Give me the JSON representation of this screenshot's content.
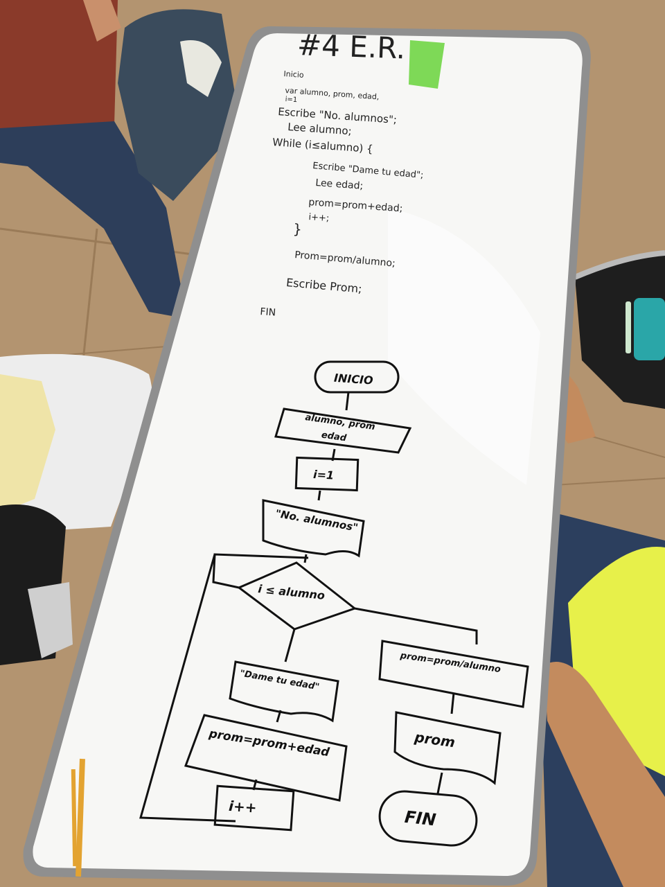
{
  "board": {
    "header": "#4 E.R.",
    "pseudocode": [
      "Inicio",
      "var alumno, prom, edad,",
      "i=1",
      "Escribe \"No. alumnos\";",
      "Lee alumno;",
      "While (i≤alumno) {",
      "Escribe \"Dame tu edad\";",
      "Lee edad;",
      "prom=prom+edad;",
      "i++;",
      "}",
      "Prom=prom/alumno;",
      "Escribe Prom;",
      "FIN"
    ],
    "flowchart": {
      "start": "INICIO",
      "input": [
        "alumno, prom",
        "edad"
      ],
      "init": "i=1",
      "prompt": "\"No. alumnos\"",
      "decision": "i ≤ alumno",
      "loop_prompt": "\"Dame tu edad\"",
      "loop_calc": "prom=prom+edad",
      "increment": "i++",
      "final_calc": "prom=prom/alumno",
      "output": "prom",
      "end": "FIN"
    }
  },
  "colors": {
    "floor": "#b39470",
    "board": "#f7f7f5",
    "frame": "#9c9c9c",
    "sticky_note": "#7ed957",
    "marker_ink": "#111111"
  }
}
